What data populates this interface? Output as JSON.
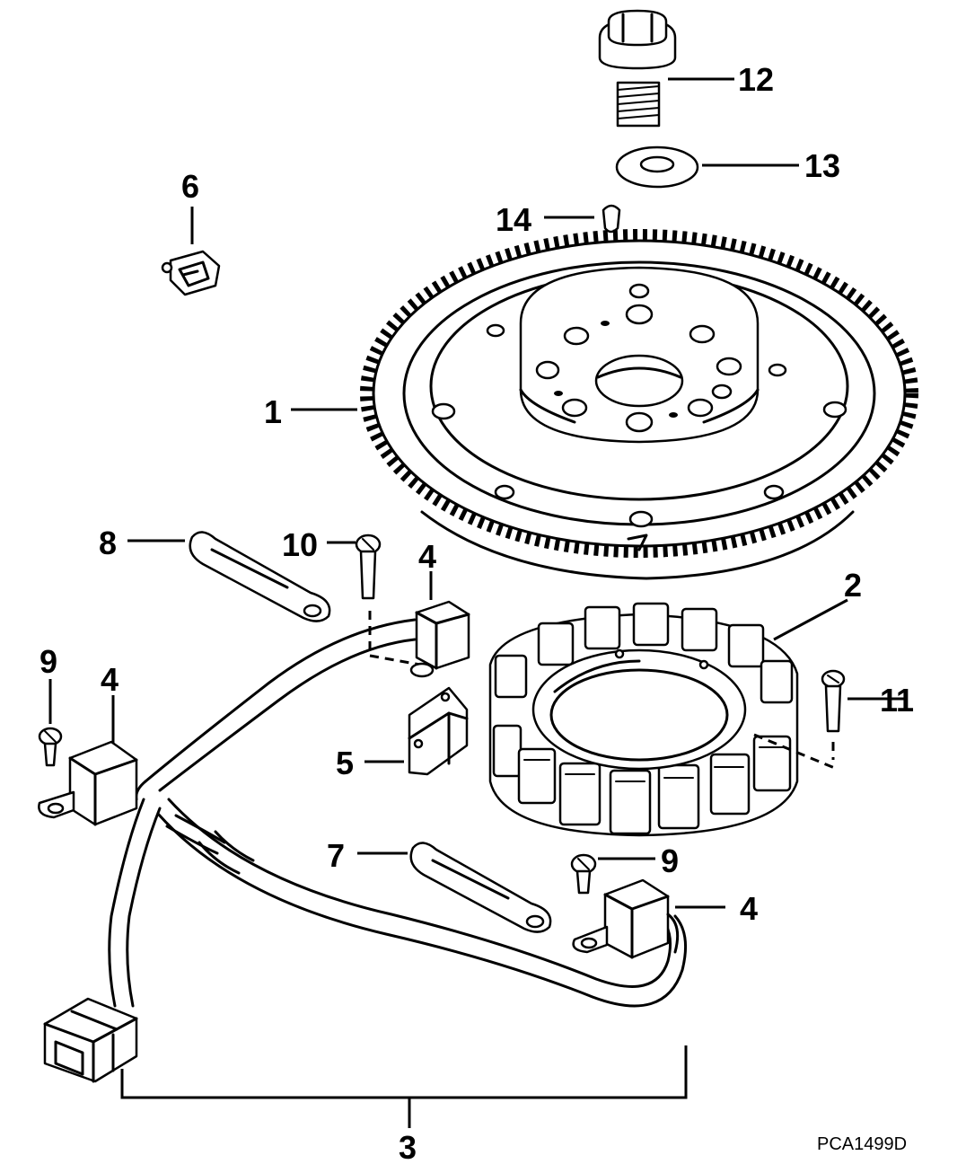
{
  "drawing_code": "PCA1499D",
  "callouts": {
    "c1": "1",
    "c2": "2",
    "c3": "3",
    "c4a": "4",
    "c4b": "4",
    "c4c": "4",
    "c5": "5",
    "c6": "6",
    "c7": "7",
    "c8": "8",
    "c9a": "9",
    "c9b": "9",
    "c10": "10",
    "c11": "11",
    "c12": "12",
    "c13": "13",
    "c14": "14"
  }
}
